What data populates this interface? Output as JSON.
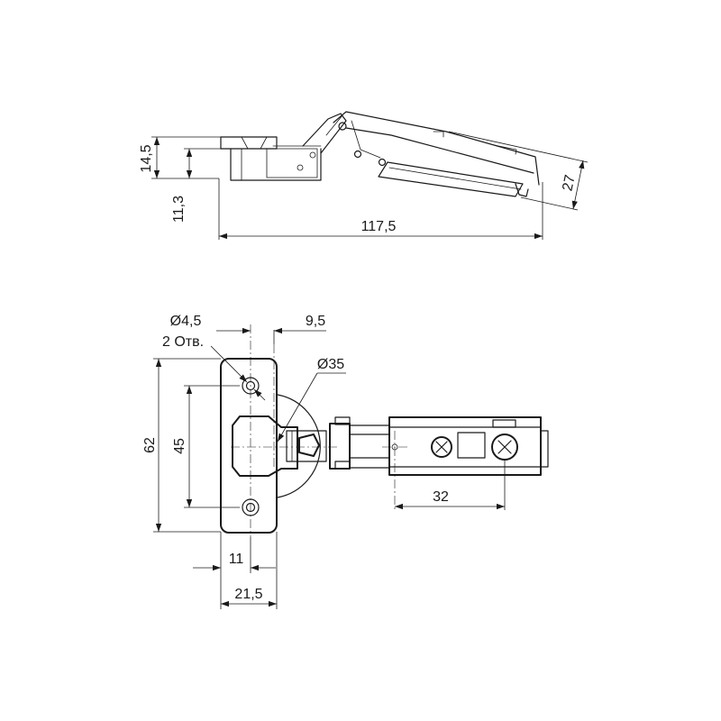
{
  "dimensions": {
    "height_14_5": "14,5",
    "height_11_3": "11,3",
    "offset_27": "27",
    "length_117_5": "117,5",
    "hole_diameter": "Ø4,5",
    "hole_count": "2 Отв.",
    "offset_9_5": "9,5",
    "cup_diameter": "Ø35",
    "height_62": "62",
    "spacing_45": "45",
    "spacing_32": "32",
    "width_11": "11",
    "width_21_5": "21,5"
  }
}
